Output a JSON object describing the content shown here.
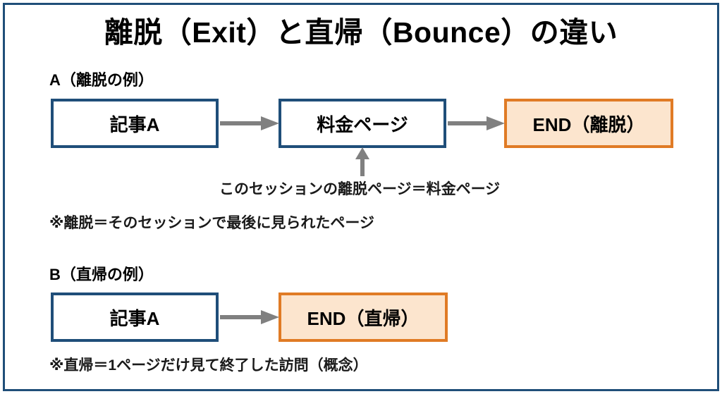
{
  "slide": {
    "title": "離脱（Exit）と直帰（Bounce）の違い",
    "frame_color": "#1f4e79",
    "background": "#ffffff"
  },
  "colors": {
    "blue_border": "#1f4e79",
    "orange_border": "#e07b25",
    "orange_fill": "#fce5ce",
    "arrow_gray": "#808080",
    "text": "#000000"
  },
  "sections": [
    {
      "id": "a",
      "heading": "A（離脱の例）",
      "nodes": [
        {
          "id": "article-a",
          "label": "記事A",
          "style": "blue"
        },
        {
          "id": "pricing",
          "label": "料金ページ",
          "style": "blue"
        },
        {
          "id": "end-exit",
          "label": "END（離脱）",
          "style": "orange"
        }
      ],
      "caption": "このセッションの離脱ページ＝料金ページ",
      "note": "※離脱＝そのセッションで最後に見られたページ"
    },
    {
      "id": "b",
      "heading": "B（直帰の例）",
      "nodes": [
        {
          "id": "article-b",
          "label": "記事A",
          "style": "blue"
        },
        {
          "id": "end-bounce",
          "label": "END（直帰）",
          "style": "orange"
        }
      ],
      "note": "※直帰＝1ページだけ見て終了した訪問（概念）"
    }
  ],
  "arrows": [
    {
      "id": "a1",
      "from": "article-a",
      "to": "pricing",
      "direction": "right"
    },
    {
      "id": "a2",
      "from": "pricing",
      "to": "end-exit",
      "direction": "right"
    },
    {
      "id": "up",
      "from": "caption-session",
      "to": "pricing",
      "direction": "up"
    },
    {
      "id": "b1",
      "from": "article-b",
      "to": "end-bounce",
      "direction": "right"
    }
  ]
}
